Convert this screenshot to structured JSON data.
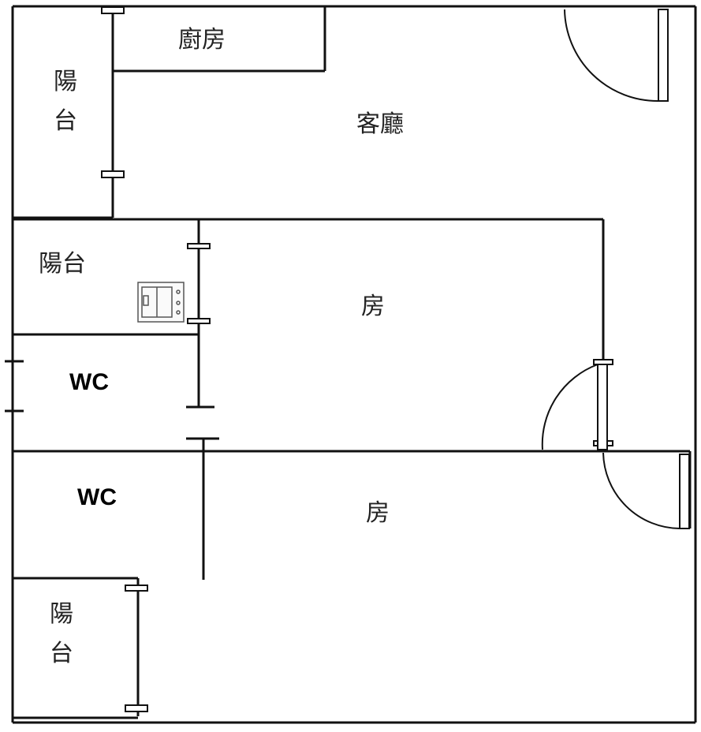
{
  "floor_plan": {
    "rooms": {
      "kitchen": "廚房",
      "living_room": "客廳",
      "balcony_top_left_line1": "陽",
      "balcony_top_left_line2": "台",
      "balcony_middle": "陽台",
      "bedroom_upper": "房",
      "wc_upper": "WC",
      "wc_lower": "WC",
      "bedroom_lower": "房",
      "balcony_bottom_line1": "陽",
      "balcony_bottom_line2": "台"
    },
    "fixtures": {
      "washer_icon": "washing-machine-icon"
    },
    "colors": {
      "wall": "#111111",
      "background": "#ffffff"
    }
  }
}
